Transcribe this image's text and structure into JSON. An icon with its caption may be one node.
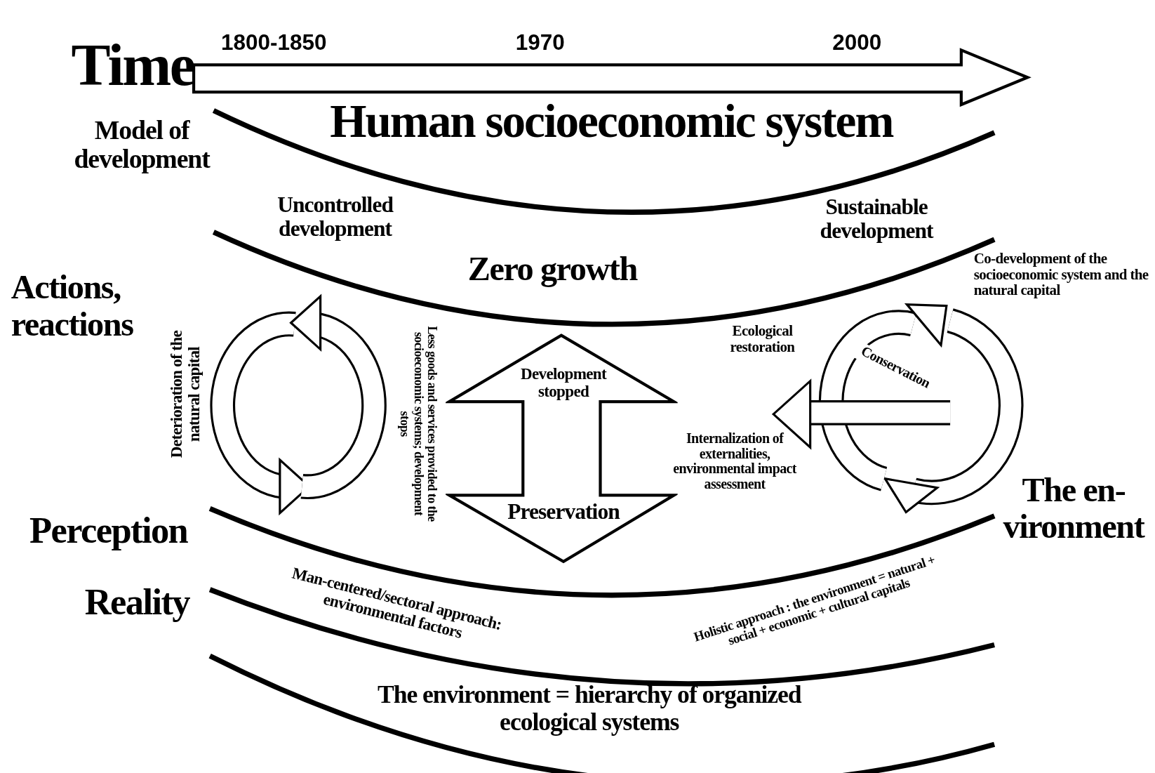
{
  "diagram": {
    "nodes": [
      {
        "text": [
          "Development stopped",
          "Preservation"
        ]
      }
    ],
    "labels": [
      "Time",
      "1800-1850",
      "1970",
      "2000",
      "Model of development",
      "Human socioeconomic system",
      "Uncontrolled development",
      "Sustainable development",
      "Zero growth",
      "Co-development of the socioeconomic system and the natural capital",
      "Actions, reactions",
      "Deterioration of the natural capital",
      "Less goods and services provided to the socioeconomic systems; development stops",
      "Ecological restoration",
      "Conservation",
      "Internalization of externalities, environmental impact assessment",
      "The en- vironment",
      "Perception",
      "Man-centered/sectoral approach: environmental factors",
      "Holistic approach : the environment = natural + social + economic + cultural capitals",
      "Reality",
      "The environment = hierarchy of organized ecological systems"
    ]
  }
}
